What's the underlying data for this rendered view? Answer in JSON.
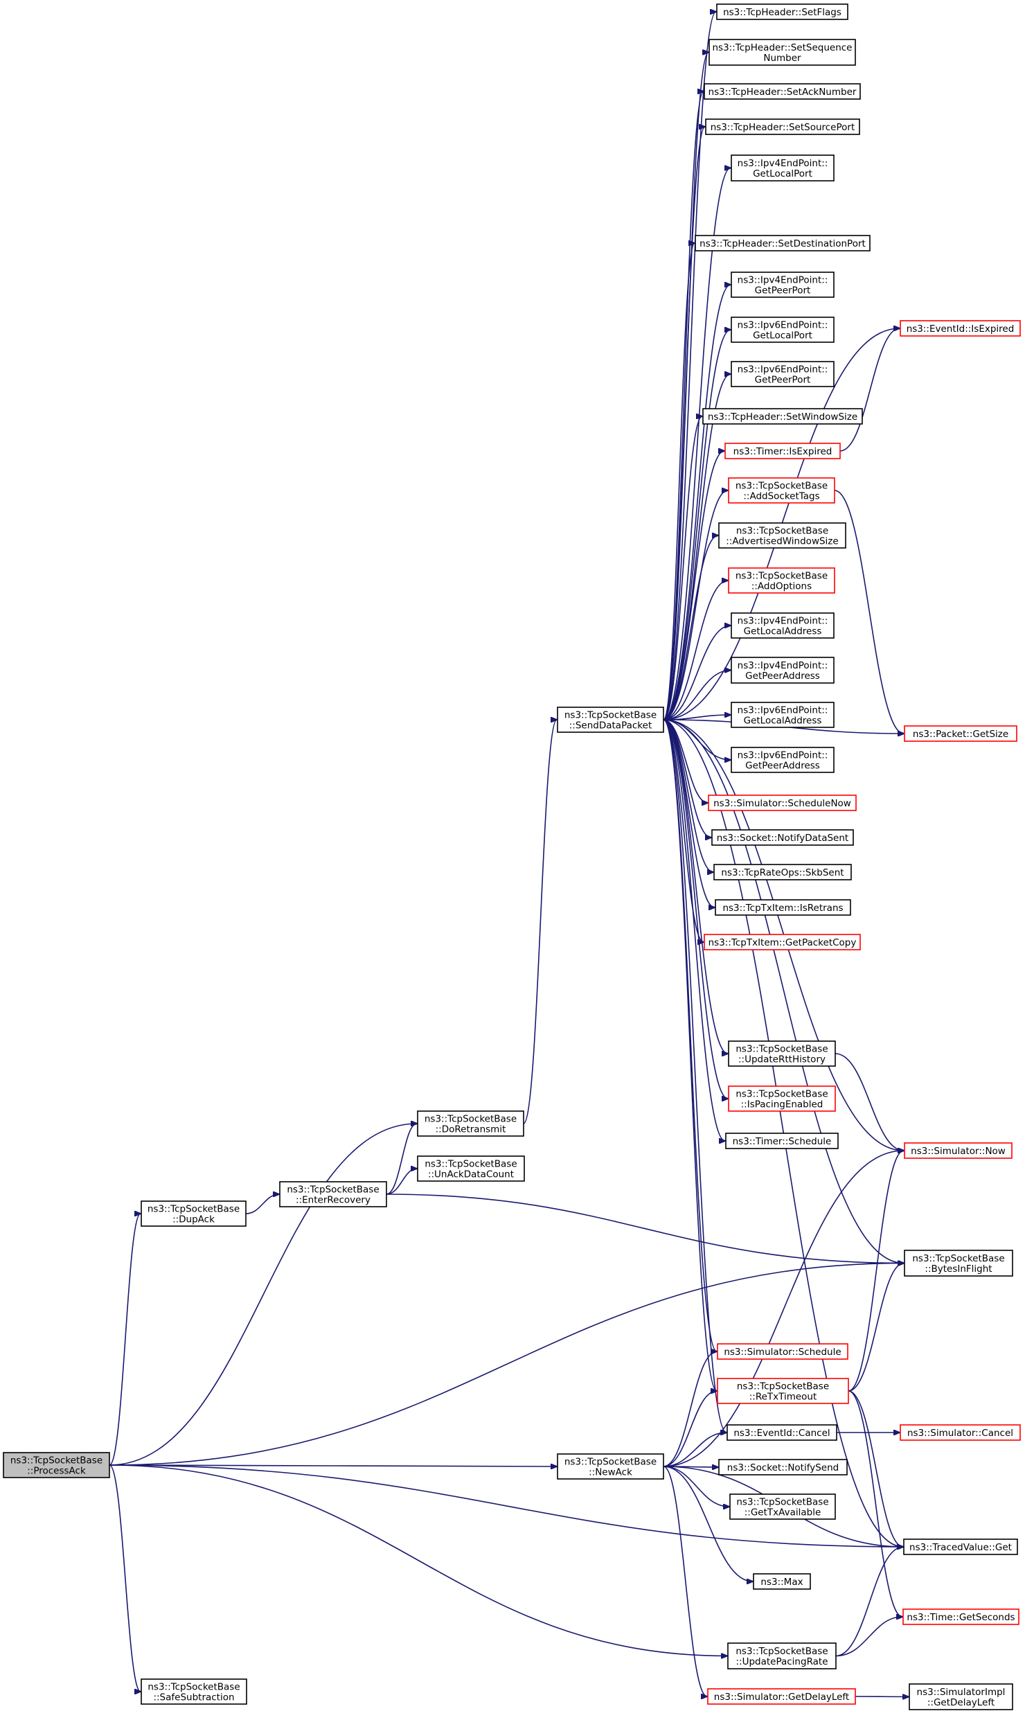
{
  "graph": {
    "nodes": [
      {
        "id": "processack",
        "lines": [
          "ns3::TcpSocketBase",
          "::ProcessAck"
        ],
        "style": "root"
      },
      {
        "id": "dupack",
        "lines": [
          "ns3::TcpSocketBase",
          "::DupAck"
        ],
        "style": "black"
      },
      {
        "id": "enterrecovery",
        "lines": [
          "ns3::TcpSocketBase",
          "::EnterRecovery"
        ],
        "style": "black"
      },
      {
        "id": "doretransmit",
        "lines": [
          "ns3::TcpSocketBase",
          "::DoRetransmit"
        ],
        "style": "black"
      },
      {
        "id": "unackdatacount",
        "lines": [
          "ns3::TcpSocketBase",
          "::UnAckDataCount"
        ],
        "style": "black"
      },
      {
        "id": "senddatapacket",
        "lines": [
          "ns3::TcpSocketBase",
          "::SendDataPacket"
        ],
        "style": "black"
      },
      {
        "id": "setflags",
        "lines": [
          "ns3::TcpHeader::SetFlags"
        ],
        "style": "black"
      },
      {
        "id": "setseq",
        "lines": [
          "ns3::TcpHeader::SetSequence",
          "Number"
        ],
        "style": "black"
      },
      {
        "id": "setack",
        "lines": [
          "ns3::TcpHeader::SetAckNumber"
        ],
        "style": "black"
      },
      {
        "id": "setsrcport",
        "lines": [
          "ns3::TcpHeader::SetSourcePort"
        ],
        "style": "black"
      },
      {
        "id": "ipv4getlocalport",
        "lines": [
          "ns3::Ipv4EndPoint::",
          "GetLocalPort"
        ],
        "style": "black"
      },
      {
        "id": "setdstport",
        "lines": [
          "ns3::TcpHeader::SetDestinationPort"
        ],
        "style": "black"
      },
      {
        "id": "ipv4getpeerport",
        "lines": [
          "ns3::Ipv4EndPoint::",
          "GetPeerPort"
        ],
        "style": "black"
      },
      {
        "id": "ipv6getlocalport",
        "lines": [
          "ns3::Ipv6EndPoint::",
          "GetLocalPort"
        ],
        "style": "black"
      },
      {
        "id": "ipv6getpeerport",
        "lines": [
          "ns3::Ipv6EndPoint::",
          "GetPeerPort"
        ],
        "style": "black"
      },
      {
        "id": "setwindowsize",
        "lines": [
          "ns3::TcpHeader::SetWindowSize"
        ],
        "style": "black"
      },
      {
        "id": "timerisexpired",
        "lines": [
          "ns3::Timer::IsExpired"
        ],
        "style": "red"
      },
      {
        "id": "addsockettags",
        "lines": [
          "ns3::TcpSocketBase",
          "::AddSocketTags"
        ],
        "style": "red"
      },
      {
        "id": "advwindowsize",
        "lines": [
          "ns3::TcpSocketBase",
          "::AdvertisedWindowSize"
        ],
        "style": "black"
      },
      {
        "id": "addoptions",
        "lines": [
          "ns3::TcpSocketBase",
          "::AddOptions"
        ],
        "style": "red"
      },
      {
        "id": "ipv4getlocaladdr",
        "lines": [
          "ns3::Ipv4EndPoint::",
          "GetLocalAddress"
        ],
        "style": "black"
      },
      {
        "id": "ipv4getpeeraddr",
        "lines": [
          "ns3::Ipv4EndPoint::",
          "GetPeerAddress"
        ],
        "style": "black"
      },
      {
        "id": "ipv6getlocaladdr",
        "lines": [
          "ns3::Ipv6EndPoint::",
          "GetLocalAddress"
        ],
        "style": "black"
      },
      {
        "id": "ipv6getpeeraddr",
        "lines": [
          "ns3::Ipv6EndPoint::",
          "GetPeerAddress"
        ],
        "style": "black"
      },
      {
        "id": "schedulenow",
        "lines": [
          "ns3::Simulator::ScheduleNow"
        ],
        "style": "red"
      },
      {
        "id": "notifydatasent",
        "lines": [
          "ns3::Socket::NotifyDataSent"
        ],
        "style": "black"
      },
      {
        "id": "skbsent",
        "lines": [
          "ns3::TcpRateOps::SkbSent"
        ],
        "style": "black"
      },
      {
        "id": "isretrans",
        "lines": [
          "ns3::TcpTxItem::IsRetrans"
        ],
        "style": "black"
      },
      {
        "id": "getpacketcopy",
        "lines": [
          "ns3::TcpTxItem::GetPacketCopy"
        ],
        "style": "red"
      },
      {
        "id": "updatertthistory",
        "lines": [
          "ns3::TcpSocketBase",
          "::UpdateRttHistory"
        ],
        "style": "black"
      },
      {
        "id": "ispacingenabled",
        "lines": [
          "ns3::TcpSocketBase",
          "::IsPacingEnabled"
        ],
        "style": "red"
      },
      {
        "id": "timerschedule",
        "lines": [
          "ns3::Timer::Schedule"
        ],
        "style": "black"
      },
      {
        "id": "simschedule",
        "lines": [
          "ns3::Simulator::Schedule"
        ],
        "style": "red"
      },
      {
        "id": "retxtimeout",
        "lines": [
          "ns3::TcpSocketBase",
          "::ReTxTimeout"
        ],
        "style": "red"
      },
      {
        "id": "eventcancel",
        "lines": [
          "ns3::EventId::Cancel"
        ],
        "style": "black"
      },
      {
        "id": "newack",
        "lines": [
          "ns3::TcpSocketBase",
          "::NewAck"
        ],
        "style": "black"
      },
      {
        "id": "notifysend",
        "lines": [
          "ns3::Socket::NotifySend"
        ],
        "style": "black"
      },
      {
        "id": "gettxavailable",
        "lines": [
          "ns3::TcpSocketBase",
          "::GetTxAvailable"
        ],
        "style": "black"
      },
      {
        "id": "max",
        "lines": [
          "ns3::Max"
        ],
        "style": "black"
      },
      {
        "id": "updatepacingrate",
        "lines": [
          "ns3::TcpSocketBase",
          "::UpdatePacingRate"
        ],
        "style": "black"
      },
      {
        "id": "getdelayleft",
        "lines": [
          "ns3::Simulator::GetDelayLeft"
        ],
        "style": "red"
      },
      {
        "id": "safesubtraction",
        "lines": [
          "ns3::TcpSocketBase",
          "::SafeSubtraction"
        ],
        "style": "black"
      },
      {
        "id": "eventisexpired",
        "lines": [
          "ns3::EventId::IsExpired"
        ],
        "style": "red"
      },
      {
        "id": "packetgetsize",
        "lines": [
          "ns3::Packet::GetSize"
        ],
        "style": "red"
      },
      {
        "id": "simnow",
        "lines": [
          "ns3::Simulator::Now"
        ],
        "style": "red"
      },
      {
        "id": "bytesinflight",
        "lines": [
          "ns3::TcpSocketBase",
          "::BytesInFlight"
        ],
        "style": "black"
      },
      {
        "id": "simcancel",
        "lines": [
          "ns3::Simulator::Cancel"
        ],
        "style": "red"
      },
      {
        "id": "tracedget",
        "lines": [
          "ns3::TracedValue::Get"
        ],
        "style": "black"
      },
      {
        "id": "getseconds",
        "lines": [
          "ns3::Time::GetSeconds"
        ],
        "style": "red"
      },
      {
        "id": "implgetdelayleft",
        "lines": [
          "ns3::SimulatorImpl",
          "::GetDelayLeft"
        ],
        "style": "black"
      }
    ],
    "edges": [
      [
        "processack",
        "doretransmit"
      ],
      [
        "processack",
        "dupack"
      ],
      [
        "processack",
        "bytesinflight"
      ],
      [
        "processack",
        "newack"
      ],
      [
        "processack",
        "tracedget"
      ],
      [
        "processack",
        "updatepacingrate"
      ],
      [
        "processack",
        "safesubtraction"
      ],
      [
        "dupack",
        "enterrecovery"
      ],
      [
        "enterrecovery",
        "doretransmit"
      ],
      [
        "enterrecovery",
        "unackdatacount"
      ],
      [
        "enterrecovery",
        "bytesinflight"
      ],
      [
        "doretransmit",
        "senddatapacket"
      ],
      [
        "senddatapacket",
        "setflags"
      ],
      [
        "senddatapacket",
        "setseq"
      ],
      [
        "senddatapacket",
        "setack"
      ],
      [
        "senddatapacket",
        "setsrcport"
      ],
      [
        "senddatapacket",
        "ipv4getlocalport"
      ],
      [
        "senddatapacket",
        "eventisexpired"
      ],
      [
        "senddatapacket",
        "setdstport"
      ],
      [
        "senddatapacket",
        "ipv4getpeerport"
      ],
      [
        "senddatapacket",
        "ipv6getlocalport"
      ],
      [
        "senddatapacket",
        "ipv6getpeerport"
      ],
      [
        "senddatapacket",
        "setwindowsize"
      ],
      [
        "senddatapacket",
        "timerisexpired"
      ],
      [
        "senddatapacket",
        "addsockettags"
      ],
      [
        "senddatapacket",
        "advwindowsize"
      ],
      [
        "senddatapacket",
        "addoptions"
      ],
      [
        "senddatapacket",
        "ipv4getlocaladdr"
      ],
      [
        "senddatapacket",
        "ipv4getpeeraddr"
      ],
      [
        "senddatapacket",
        "ipv6getlocaladdr"
      ],
      [
        "senddatapacket",
        "ipv6getpeeraddr"
      ],
      [
        "senddatapacket",
        "schedulenow"
      ],
      [
        "senddatapacket",
        "notifydatasent"
      ],
      [
        "senddatapacket",
        "skbsent"
      ],
      [
        "senddatapacket",
        "isretrans"
      ],
      [
        "senddatapacket",
        "getpacketcopy"
      ],
      [
        "senddatapacket",
        "packetgetsize"
      ],
      [
        "senddatapacket",
        "simnow"
      ],
      [
        "senddatapacket",
        "updatertthistory"
      ],
      [
        "senddatapacket",
        "ispacingenabled"
      ],
      [
        "senddatapacket",
        "timerschedule"
      ],
      [
        "senddatapacket",
        "bytesinflight"
      ],
      [
        "senddatapacket",
        "tracedget"
      ],
      [
        "senddatapacket",
        "simschedule"
      ],
      [
        "senddatapacket",
        "retxtimeout"
      ],
      [
        "senddatapacket",
        "eventcancel"
      ],
      [
        "timerisexpired",
        "eventisexpired"
      ],
      [
        "addsockettags",
        "packetgetsize"
      ],
      [
        "updatertthistory",
        "simnow"
      ],
      [
        "newack",
        "simnow"
      ],
      [
        "newack",
        "simschedule"
      ],
      [
        "newack",
        "retxtimeout"
      ],
      [
        "newack",
        "eventcancel"
      ],
      [
        "newack",
        "notifysend"
      ],
      [
        "newack",
        "gettxavailable"
      ],
      [
        "newack",
        "tracedget"
      ],
      [
        "newack",
        "max"
      ],
      [
        "newack",
        "getdelayleft"
      ],
      [
        "retxtimeout",
        "simnow"
      ],
      [
        "retxtimeout",
        "bytesinflight"
      ],
      [
        "retxtimeout",
        "tracedget"
      ],
      [
        "retxtimeout",
        "getseconds"
      ],
      [
        "eventcancel",
        "simcancel"
      ],
      [
        "updatepacingrate",
        "tracedget"
      ],
      [
        "updatepacingrate",
        "getseconds"
      ],
      [
        "getdelayleft",
        "implgetdelayleft"
      ]
    ]
  }
}
